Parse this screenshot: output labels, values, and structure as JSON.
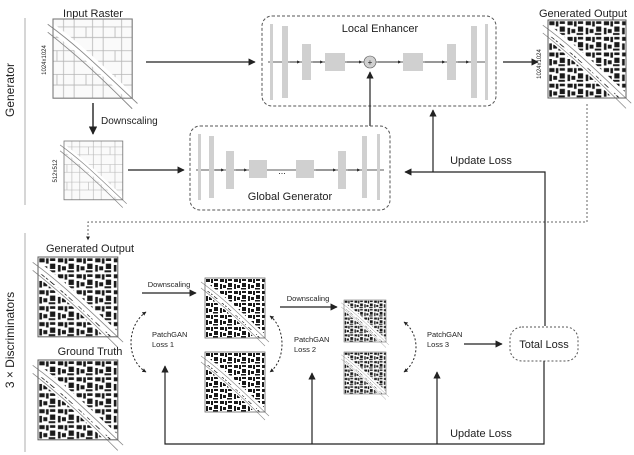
{
  "sections": {
    "generator": "Generator",
    "discriminators": "3 × Discriminators"
  },
  "generator": {
    "input_raster": "Input Raster",
    "input_size": "1024x1024",
    "downscaling": "Downscaling",
    "downscaled_size": "512x512",
    "local_enhancer": "Local Enhancer",
    "global_generator": "Global Generator",
    "generated_output": "Generated Output",
    "output_size": "1024x1024",
    "update_loss": "Update Loss",
    "plus": "+",
    "ellipsis": "..."
  },
  "discriminators": {
    "generated_output": "Generated Output",
    "ground_truth": "Ground Truth",
    "downscaling_1": "Downscaling",
    "downscaling_2": "Downscaling",
    "loss_1": [
      "PatchGAN",
      "Loss 1"
    ],
    "loss_2": [
      "PatchGAN",
      "Loss 2"
    ],
    "loss_3": [
      "PatchGAN",
      "Loss 3"
    ],
    "total_loss": "Total Loss",
    "update_loss": "Update Loss"
  },
  "colors": {
    "block": "#d0d0d0",
    "line": "#222222",
    "dashed": "#666666"
  }
}
